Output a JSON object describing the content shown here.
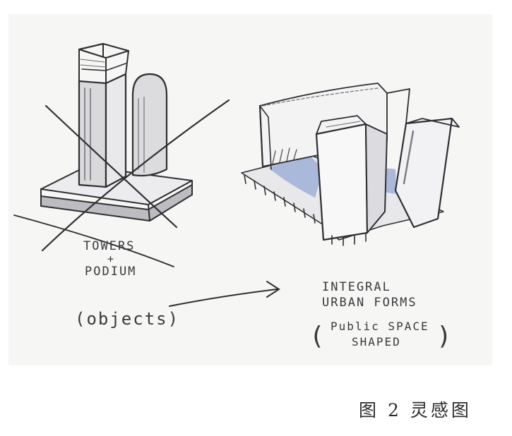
{
  "sketch": {
    "left_label_line1": "TOWERS",
    "left_label_line2": "+",
    "left_label_line3": "PODIUM",
    "left_note": "(objects)",
    "right_label_line1": "INTEGRAL",
    "right_label_line2": "URBAN FORMS",
    "right_note_line1": "Public SPACE",
    "right_note_line2": "SHAPED"
  },
  "caption": {
    "label": "图 2",
    "title": "灵感图"
  },
  "colors": {
    "paper": "#f6f6f5",
    "pencil": "#2f2f33",
    "water": "#aab9da",
    "shade": "#c9c9cc"
  }
}
